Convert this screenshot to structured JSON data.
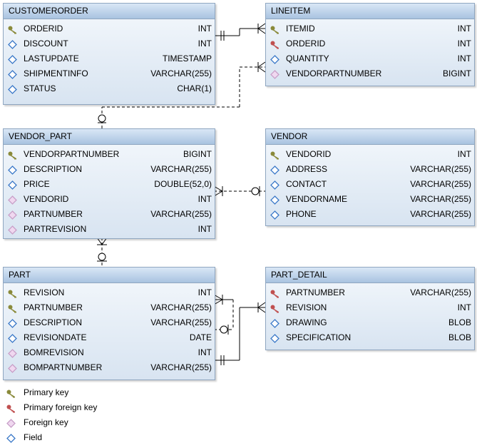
{
  "entities": {
    "customerorder": {
      "title": "CUSTOMERORDER",
      "columns": [
        {
          "name": "ORDERID",
          "type": "INT",
          "icon": "primary-key-icon"
        },
        {
          "name": "DISCOUNT",
          "type": "INT",
          "icon": "field-icon"
        },
        {
          "name": "LASTUPDATE",
          "type": "TIMESTAMP",
          "icon": "field-icon"
        },
        {
          "name": "SHIPMENTINFO",
          "type": "VARCHAR(255)",
          "icon": "field-icon"
        },
        {
          "name": "STATUS",
          "type": "CHAR(1)",
          "icon": "field-icon"
        }
      ]
    },
    "lineitem": {
      "title": "LINEITEM",
      "columns": [
        {
          "name": "ITEMID",
          "type": "INT",
          "icon": "primary-key-icon"
        },
        {
          "name": "ORDERID",
          "type": "INT",
          "icon": "primary-foreign-key-icon"
        },
        {
          "name": "QUANTITY",
          "type": "INT",
          "icon": "field-icon"
        },
        {
          "name": "VENDORPARTNUMBER",
          "type": "BIGINT",
          "icon": "foreign-key-icon"
        }
      ]
    },
    "vendor_part": {
      "title": "VENDOR_PART",
      "columns": [
        {
          "name": "VENDORPARTNUMBER",
          "type": "BIGINT",
          "icon": "primary-key-icon"
        },
        {
          "name": "DESCRIPTION",
          "type": "VARCHAR(255)",
          "icon": "field-icon"
        },
        {
          "name": "PRICE",
          "type": "DOUBLE(52,0)",
          "icon": "field-icon"
        },
        {
          "name": "VENDORID",
          "type": "INT",
          "icon": "foreign-key-icon"
        },
        {
          "name": "PARTNUMBER",
          "type": "VARCHAR(255)",
          "icon": "foreign-key-icon"
        },
        {
          "name": "PARTREVISION",
          "type": "INT",
          "icon": "foreign-key-icon"
        }
      ]
    },
    "vendor": {
      "title": "VENDOR",
      "columns": [
        {
          "name": "VENDORID",
          "type": "INT",
          "icon": "primary-key-icon"
        },
        {
          "name": "ADDRESS",
          "type": "VARCHAR(255)",
          "icon": "field-icon"
        },
        {
          "name": "CONTACT",
          "type": "VARCHAR(255)",
          "icon": "field-icon"
        },
        {
          "name": "VENDORNAME",
          "type": "VARCHAR(255)",
          "icon": "field-icon"
        },
        {
          "name": "PHONE",
          "type": "VARCHAR(255)",
          "icon": "field-icon"
        }
      ]
    },
    "part": {
      "title": "PART",
      "columns": [
        {
          "name": "REVISION",
          "type": "INT",
          "icon": "primary-key-icon"
        },
        {
          "name": "PARTNUMBER",
          "type": "VARCHAR(255)",
          "icon": "primary-key-icon"
        },
        {
          "name": "DESCRIPTION",
          "type": "VARCHAR(255)",
          "icon": "field-icon"
        },
        {
          "name": "REVISIONDATE",
          "type": "DATE",
          "icon": "field-icon"
        },
        {
          "name": "BOMREVISION",
          "type": "INT",
          "icon": "foreign-key-icon"
        },
        {
          "name": "BOMPARTNUMBER",
          "type": "VARCHAR(255)",
          "icon": "foreign-key-icon"
        }
      ]
    },
    "part_detail": {
      "title": "PART_DETAIL",
      "columns": [
        {
          "name": "PARTNUMBER",
          "type": "VARCHAR(255)",
          "icon": "primary-foreign-key-icon"
        },
        {
          "name": "REVISION",
          "type": "INT",
          "icon": "primary-foreign-key-icon"
        },
        {
          "name": "DRAWING",
          "type": "BLOB",
          "icon": "field-icon"
        },
        {
          "name": "SPECIFICATION",
          "type": "BLOB",
          "icon": "field-icon"
        }
      ]
    }
  },
  "legend": [
    {
      "label": "Primary key",
      "icon": "primary-key-icon"
    },
    {
      "label": "Primary foreign key",
      "icon": "primary-foreign-key-icon"
    },
    {
      "label": "Foreign key",
      "icon": "foreign-key-icon"
    },
    {
      "label": "Field",
      "icon": "field-icon"
    }
  ],
  "colors": {
    "header": "#a9c3e0",
    "border": "#8fa6c0",
    "primary_key": "#8a8a3a",
    "primary_foreign_key": "#c05050",
    "foreign_key": "#c8a0c8",
    "field": "#3a78c8"
  }
}
